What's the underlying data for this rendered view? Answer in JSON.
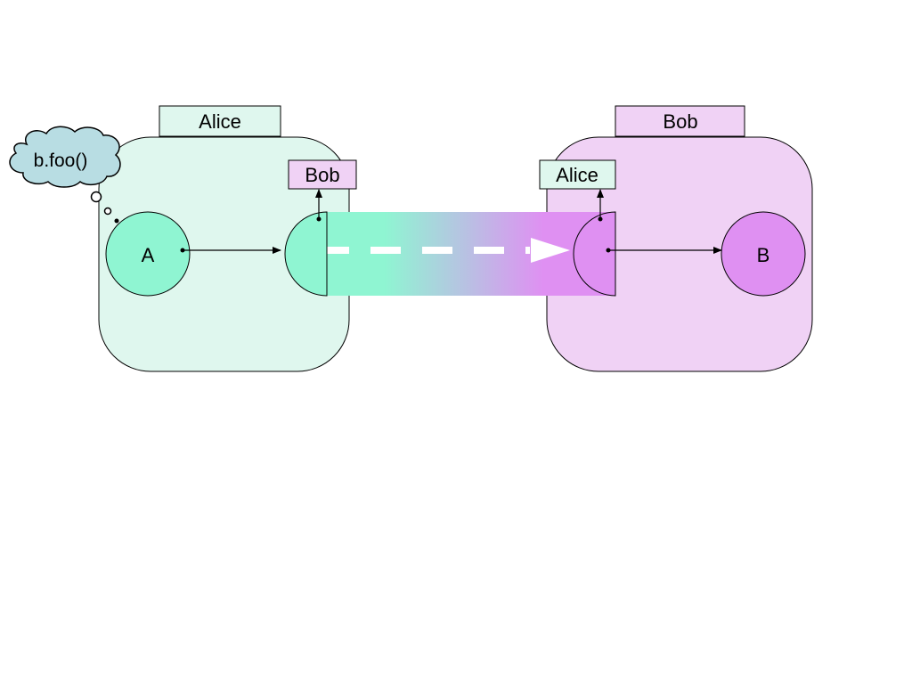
{
  "vat_alice": {
    "label": "Alice",
    "body_color": "#dff7ee",
    "tab_color": "#dff7ee"
  },
  "vat_bob": {
    "label": "Bob",
    "body_color": "#f0d2f5",
    "tab_color": "#f0d2f5"
  },
  "object_a": {
    "label": "A",
    "color": "#8ff5d2"
  },
  "object_b": {
    "label": "B",
    "color": "#df90f2"
  },
  "alice_side_ref": {
    "label": "Bob",
    "color": "#f0d2f5"
  },
  "bob_side_ref": {
    "label": "Alice",
    "color": "#dff7ee"
  },
  "thought": {
    "label": "b.foo()",
    "color": "#b8dde3"
  },
  "connection": {
    "color_start": "#8ff5d2",
    "color_end": "#df90f2",
    "arrow_color": "#ffffff"
  }
}
